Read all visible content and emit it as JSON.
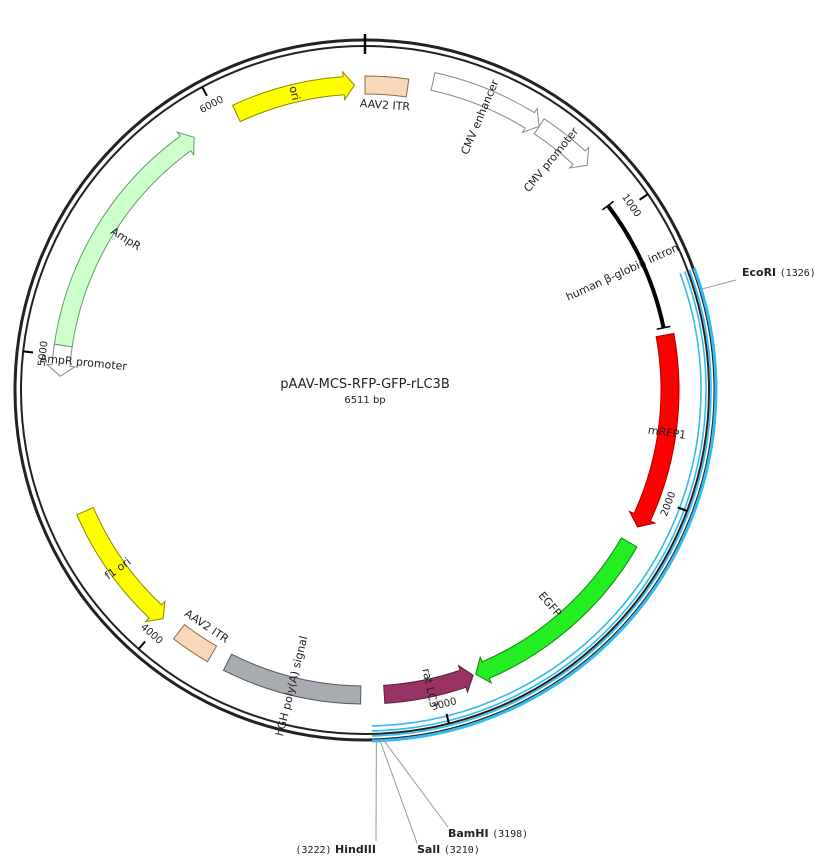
{
  "plasmid": {
    "name": "pAAV-MCS-RFP-GFP-rLC3B",
    "length_label": "6511 bp",
    "total_bp": 6511
  },
  "ticks": [
    {
      "bp": 1000,
      "label": "1000"
    },
    {
      "bp": 2000,
      "label": "2000"
    },
    {
      "bp": 3000,
      "label": "3000"
    },
    {
      "bp": 4000,
      "label": "4000"
    },
    {
      "bp": 5000,
      "label": "5000"
    },
    {
      "bp": 6000,
      "label": "6000"
    }
  ],
  "features": [
    {
      "id": "aav2-itr-top",
      "label": "AAV2 ITR",
      "start": 0,
      "end": 145,
      "dir": 0,
      "color": "#f8d8b8",
      "stroke": "#8a6a4a"
    },
    {
      "id": "cmv-enhancer",
      "label": "CMV enhancer",
      "start": 225,
      "end": 605,
      "dir": 1,
      "color": "#ffffff",
      "stroke": "#888888"
    },
    {
      "id": "cmv-promoter",
      "label": "CMV promoter",
      "start": 605,
      "end": 808,
      "dir": 1,
      "color": "#ffffff",
      "stroke": "#888888"
    },
    {
      "id": "human-beta-globin-intron",
      "label": "human β-globin intron",
      "start": 955,
      "end": 1415,
      "dir": 0,
      "color": "#000000",
      "stroke": "#000000"
    },
    {
      "id": "mrfp1",
      "label": "mRFP1",
      "start": 1440,
      "end": 2110,
      "dir": 1,
      "color": "#ff0000",
      "stroke": "#aa0000"
    },
    {
      "id": "egfp",
      "label": "EGFP",
      "start": 2170,
      "end": 2870,
      "dir": 1,
      "color": "#22ee22",
      "stroke": "#118811"
    },
    {
      "id": "rat-lc3",
      "label": "rat LC3",
      "start": 2880,
      "end": 3190,
      "dir": -1,
      "color": "#993366",
      "stroke": "#552233"
    },
    {
      "id": "hgh-polya",
      "label": "hGH poly(A) signal",
      "start": 3270,
      "end": 3740,
      "dir": 0,
      "color": "#a8acb0",
      "stroke": "#555a5e"
    },
    {
      "id": "aav2-itr-bottom",
      "label": "AAV2 ITR",
      "start": 3800,
      "end": 3935,
      "dir": 0,
      "color": "#f8d8b8",
      "stroke": "#8a6a4a"
    },
    {
      "id": "f1-ori",
      "label": "f1 ori",
      "start": 4005,
      "end": 4460,
      "dir": -1,
      "color": "#ffff00",
      "stroke": "#888800"
    },
    {
      "id": "ampr-promoter",
      "label": "AmpR promoter",
      "start": 4930,
      "end": 5035,
      "dir": -1,
      "color": "#ffffff",
      "stroke": "#888888"
    },
    {
      "id": "ampr",
      "label": "AmpR",
      "start": 5035,
      "end": 5895,
      "dir": 1,
      "color": "#ccffcc",
      "stroke": "#6a9a6a"
    },
    {
      "id": "ori",
      "label": "ori",
      "start": 6060,
      "end": 6475,
      "dir": 1,
      "color": "#ffff00",
      "stroke": "#888800"
    }
  ],
  "insert_arc": {
    "start": 1260,
    "end": 3235,
    "color": "#33bbee"
  },
  "sites": [
    {
      "id": "ecori",
      "name": "EcoRI",
      "pos_label": "(1326)",
      "bp": 1326
    },
    {
      "id": "bamhi",
      "name": "BamHI",
      "pos_label": "(3198)",
      "bp": 3198
    },
    {
      "id": "sali",
      "name": "SalI",
      "pos_label": "(3210)",
      "bp": 3210
    },
    {
      "id": "hindiii",
      "name": "HindIII",
      "pos_label": "(3222)",
      "bp": 3222
    }
  ],
  "colors": {
    "backbone": "#222222",
    "tick": "#000000",
    "site_line": "#999999"
  }
}
